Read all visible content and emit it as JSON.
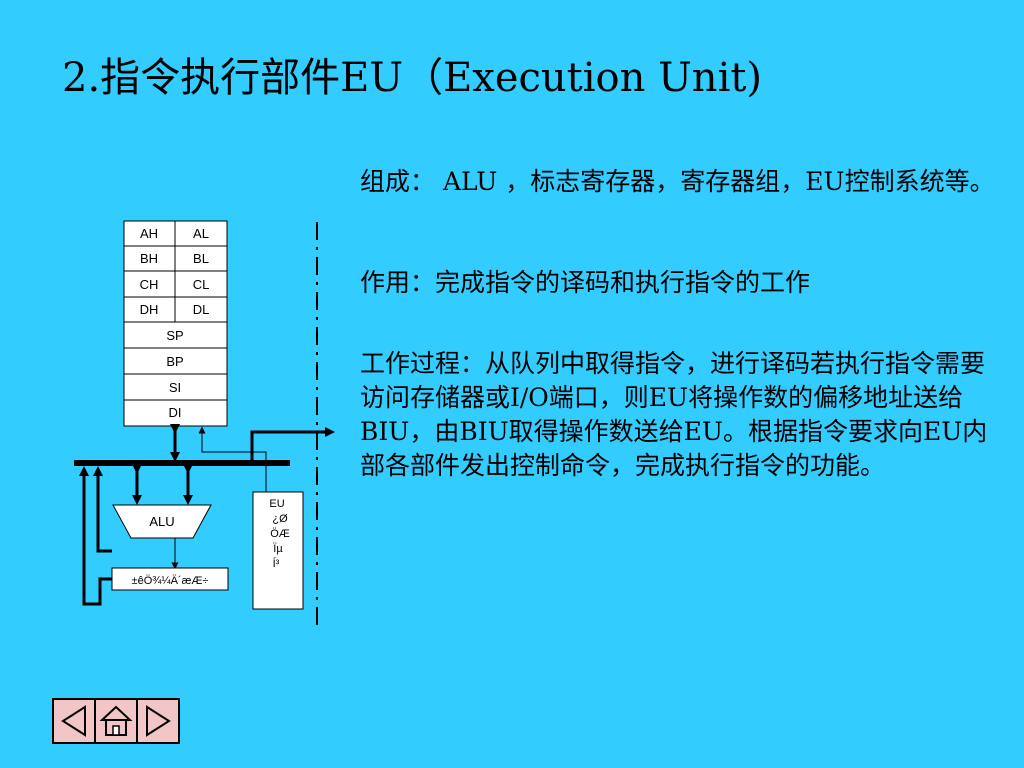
{
  "slide": {
    "title": "2.指令执行部件EU（Execution Unit)",
    "paragraphs": [
      "组成： ALU ，标志寄存器，寄存器组，EU控制系统等。",
      "作用：完成指令的译码和执行指令的工作",
      "工作过程：从队列中取得指令，进行译码若执行指令需要访问存储器或I/O端口，则EU将操作数的偏移地址送给BIU，由BIU取得操作数送给EU。根据指令要求向EU内部各部件发出控制命令，完成执行指令的功能。"
    ]
  },
  "diagram": {
    "registers_pairs": [
      {
        "high": "AH",
        "low": "AL"
      },
      {
        "high": "BH",
        "low": "BL"
      },
      {
        "high": "CH",
        "low": "CL"
      },
      {
        "high": "DH",
        "low": "DL"
      }
    ],
    "registers_single": [
      "SP",
      "BP",
      "SI",
      "DI"
    ],
    "alu_label": "ALU",
    "flag_label": "±êÖ¾¼Ä´æÆ÷",
    "eu_control_lines": [
      "EU",
      "¿Ø",
      "ÖÆ",
      "Ïµ",
      "Í³"
    ]
  },
  "nav": {
    "buttons": [
      "prev-icon",
      "home-icon",
      "next-icon"
    ],
    "fill_color": "#f2c6c6",
    "background": "#33ccff"
  }
}
